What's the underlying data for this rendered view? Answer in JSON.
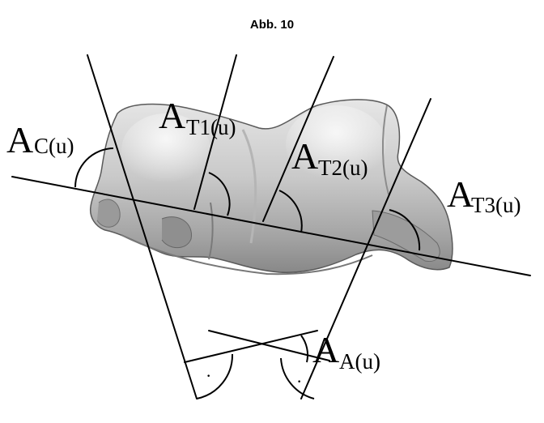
{
  "figure": {
    "title": "Abb. 10"
  },
  "labels": {
    "ac": {
      "main": "A",
      "sub": "C(u)"
    },
    "at1": {
      "main": "A",
      "sub": "T1(u)"
    },
    "at2": {
      "main": "A",
      "sub": "T2(u)"
    },
    "at3": {
      "main": "A",
      "sub": "T3(u)"
    },
    "aa": {
      "main": "A",
      "sub": "A(u)"
    }
  },
  "right_angle_marks": [
    "·",
    "·"
  ],
  "colors": {
    "line": "#000000",
    "bone_light": "#d9d9d9",
    "bone_mid": "#a8a8a8",
    "bone_dark": "#6e6e6e",
    "background": "#ffffff"
  }
}
